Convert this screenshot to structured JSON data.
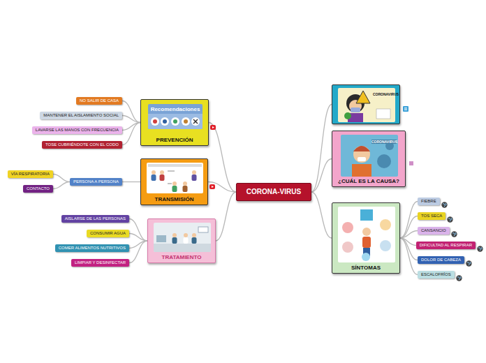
{
  "diagram": {
    "nodes": [
      {
        "text": [
          "CORONA-VIRUS"
        ]
      },
      {
        "text": [
          "Recomendaciones",
          "PREVENCIÓN"
        ]
      },
      {
        "text": [
          "NO SALIR DE CASA"
        ]
      },
      {
        "text": [
          "MANTENER EL AISLAMIENTO SOCIAL"
        ]
      },
      {
        "text": [
          "LAVARSE LAS MANOS CON FRECUENCIA"
        ]
      },
      {
        "text": [
          "TOSE CUBRIÉNDOTE CON EL CODO"
        ]
      },
      {
        "text": [
          "TRANSMISIÓN"
        ]
      },
      {
        "text": [
          "PERSONA A PERSONA"
        ]
      },
      {
        "text": [
          "VÍA RESPIRATORIA"
        ]
      },
      {
        "text": [
          "CONTACTO"
        ]
      },
      {
        "text": [
          "TRATAMIENTO"
        ]
      },
      {
        "text": [
          "AISLARSE DE LAS PERSONAS"
        ]
      },
      {
        "text": [
          "CONSUMIR AGUA"
        ]
      },
      {
        "text": [
          "COMER ALIMENTOS NUTRITIVOS"
        ]
      },
      {
        "text": [
          "LIMPIAR Y DESINFECTAR"
        ]
      },
      {
        "text": [
          "CORONAVIRUS"
        ]
      },
      {
        "text": [
          "CORONAVIRUS",
          "¿CUÁL ES LA CAUSA?"
        ]
      },
      {
        "text": [
          "SÍNTOMAS"
        ]
      },
      {
        "text": [
          "FIEBRE"
        ]
      },
      {
        "text": [
          "TOS SECA"
        ]
      },
      {
        "text": [
          "CANSANCIO"
        ]
      },
      {
        "text": [
          "DIFICULTAD AL RESPIRAR"
        ]
      },
      {
        "text": [
          "DOLOR DE CABEZA"
        ]
      },
      {
        "text": [
          "ESCALOFRÍOS"
        ]
      }
    ],
    "edges": [
      {
        "from": 0,
        "to": 1,
        "arrow": "none"
      },
      {
        "from": 1,
        "to": 2,
        "arrow": "none"
      },
      {
        "from": 1,
        "to": 3,
        "arrow": "none"
      },
      {
        "from": 1,
        "to": 4,
        "arrow": "none"
      },
      {
        "from": 1,
        "to": 5,
        "arrow": "none"
      },
      {
        "from": 0,
        "to": 6,
        "arrow": "none"
      },
      {
        "from": 6,
        "to": 7,
        "arrow": "none"
      },
      {
        "from": 7,
        "to": 8,
        "arrow": "none"
      },
      {
        "from": 7,
        "to": 9,
        "arrow": "none"
      },
      {
        "from": 0,
        "to": 10,
        "arrow": "none"
      },
      {
        "from": 10,
        "to": 11,
        "arrow": "none"
      },
      {
        "from": 10,
        "to": 12,
        "arrow": "none"
      },
      {
        "from": 10,
        "to": 13,
        "arrow": "none"
      },
      {
        "from": 10,
        "to": 14,
        "arrow": "none"
      },
      {
        "from": 0,
        "to": 15,
        "arrow": "none"
      },
      {
        "from": 0,
        "to": 16,
        "arrow": "none"
      },
      {
        "from": 0,
        "to": 17,
        "arrow": "none"
      },
      {
        "from": 17,
        "to": 18,
        "arrow": "none"
      },
      {
        "from": 17,
        "to": 19,
        "arrow": "none"
      },
      {
        "from": 17,
        "to": 20,
        "arrow": "none"
      },
      {
        "from": 17,
        "to": 21,
        "arrow": "none"
      },
      {
        "from": 17,
        "to": 22,
        "arrow": "none"
      },
      {
        "from": 17,
        "to": 23,
        "arrow": "none"
      }
    ]
  }
}
